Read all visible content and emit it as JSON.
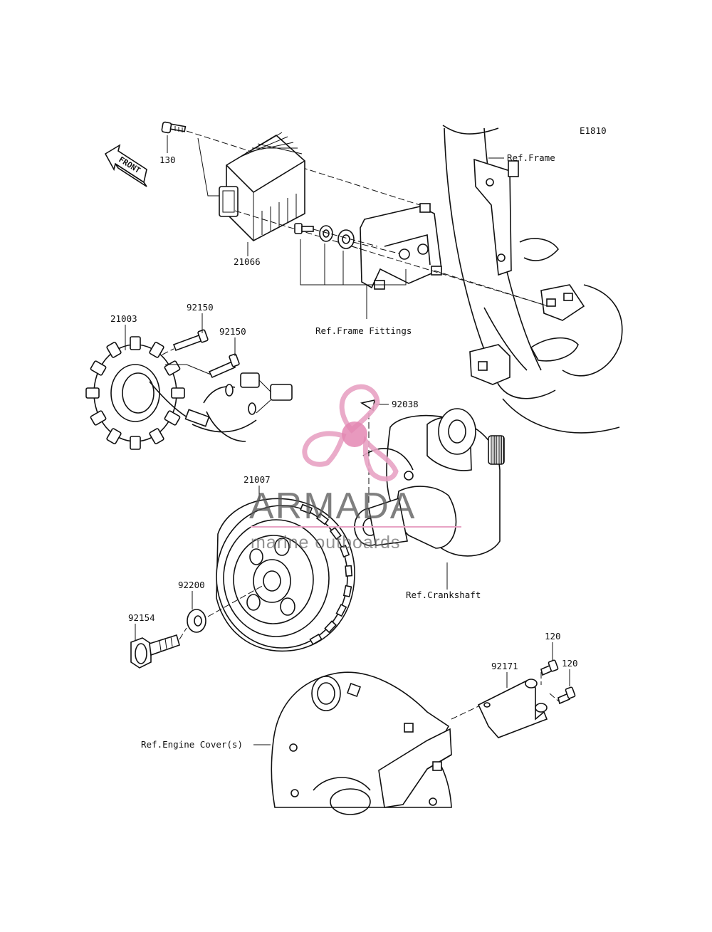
{
  "diagram": {
    "code": "E1810",
    "front_label": "FRONT",
    "parts": [
      {
        "id": "130",
        "label": "130"
      },
      {
        "id": "21066",
        "label": "21066"
      },
      {
        "id": "21003",
        "label": "21003"
      },
      {
        "id": "92150a",
        "label": "92150"
      },
      {
        "id": "92150b",
        "label": "92150"
      },
      {
        "id": "92038",
        "label": "92038"
      },
      {
        "id": "21007",
        "label": "21007"
      },
      {
        "id": "92200",
        "label": "92200"
      },
      {
        "id": "92154",
        "label": "92154"
      },
      {
        "id": "120a",
        "label": "120"
      },
      {
        "id": "120b",
        "label": "120"
      },
      {
        "id": "92171",
        "label": "92171"
      }
    ],
    "refs": {
      "frame": "Ref.Frame",
      "frame_fittings": "Ref.Frame Fittings",
      "crankshaft": "Ref.Crankshaft",
      "engine_cover": "Ref.Engine Cover(s)"
    }
  },
  "watermark": {
    "brand": "ARMADA",
    "tagline": "marine outboards",
    "logo_color": "#e8a3c4",
    "logo_dot_color": "#e07aaa"
  }
}
